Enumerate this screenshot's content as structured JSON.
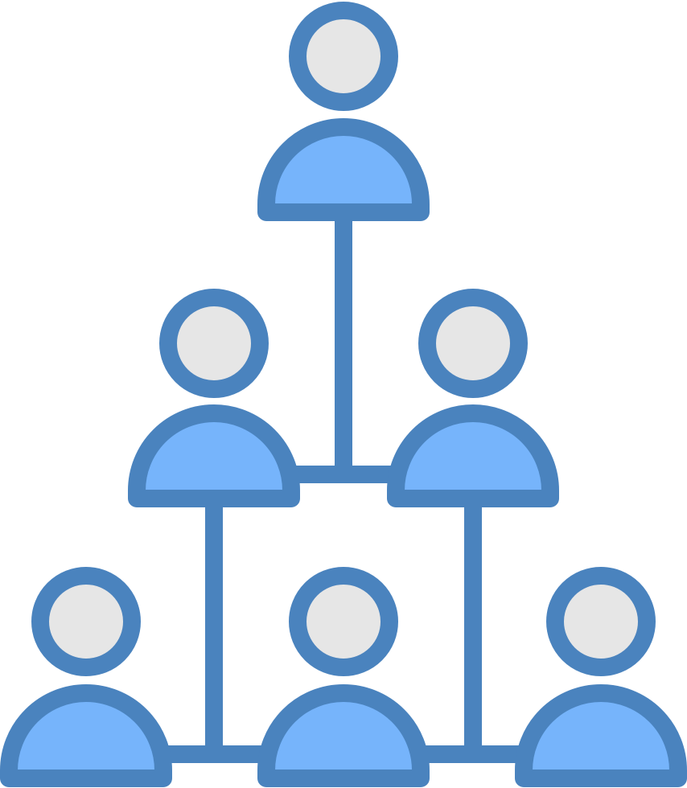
{
  "icon": {
    "name": "team-hierarchy-icon",
    "colors": {
      "outline": "#4a83be",
      "body_fill": "#76b4fb",
      "head_fill": "#e6e6e6",
      "background": "#ffffff"
    },
    "structure": {
      "levels": 3,
      "people_per_level": [
        1,
        2,
        3
      ],
      "total_people": 6
    }
  }
}
